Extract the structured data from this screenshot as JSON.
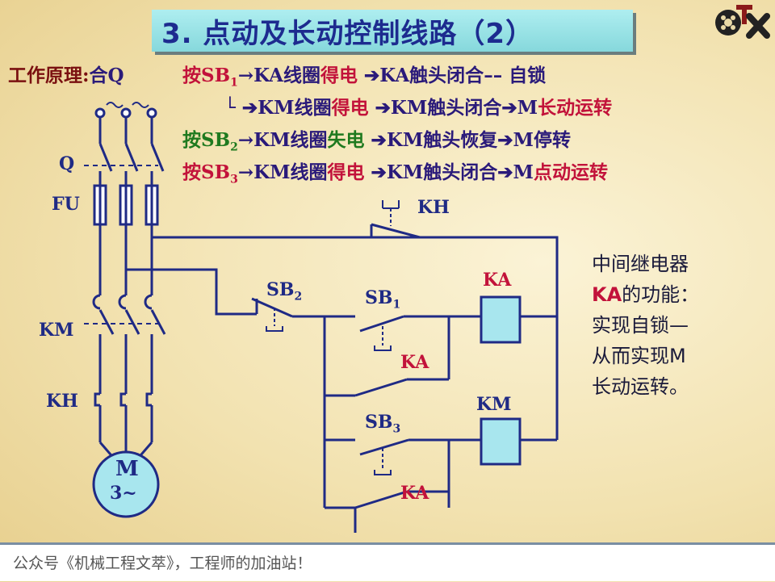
{
  "title": "3. 点动及长动控制线路（2）",
  "principle": {
    "label": "工作原理:",
    "close_q": "合Q",
    "line1": {
      "a": "按SB",
      "sub": "1",
      "b": "→KA线圈",
      "c": "得电",
      "d": " ➔KA触头闭合",
      "e": "–– 自锁"
    },
    "line2": {
      "a": "└ ",
      "b": "➔KM线圈",
      "c": "得电",
      "d": "  ➔KM触头闭合➔M",
      "e": "长动运转"
    },
    "line3": {
      "a": "按SB",
      "sub": "2",
      "b": "→KM线圈",
      "c": "失电",
      "d": "  ➔KM触头恢复➔M停转"
    },
    "line4": {
      "a": "按SB",
      "sub": "3",
      "b": "→KM线圈",
      "c": "得电",
      "d": "  ➔KM触头闭合➔M",
      "e": "点动运转"
    }
  },
  "diagram_labels": {
    "q": "Q",
    "fu": "FU",
    "km_main": "KM",
    "kh_main": "KH",
    "kh_contact": "KH",
    "sb2": "SB",
    "sb2_sub": "2",
    "sb1": "SB",
    "sb1_sub": "1",
    "sb3": "SB",
    "sb3_sub": "3",
    "ka_contact1": "KA",
    "ka_contact2": "KA",
    "ka_coil": "KA",
    "km_coil": "KM",
    "motor_m": "M",
    "motor_phase": "3~"
  },
  "note": {
    "line1": "中间继电器",
    "ka": "KA",
    "line2": "的功能：",
    "line3": "实现自锁—",
    "line4": "从而实现M",
    "line5": "长动运转。"
  },
  "footer": "公众号《机械工程文萃》，工程师的加油站！",
  "colors": {
    "wire": "#1f2a85",
    "coil_fill": "#a8e6ee",
    "motor_fill": "#a8e6ee",
    "title_bg": "#9fe6ea"
  }
}
